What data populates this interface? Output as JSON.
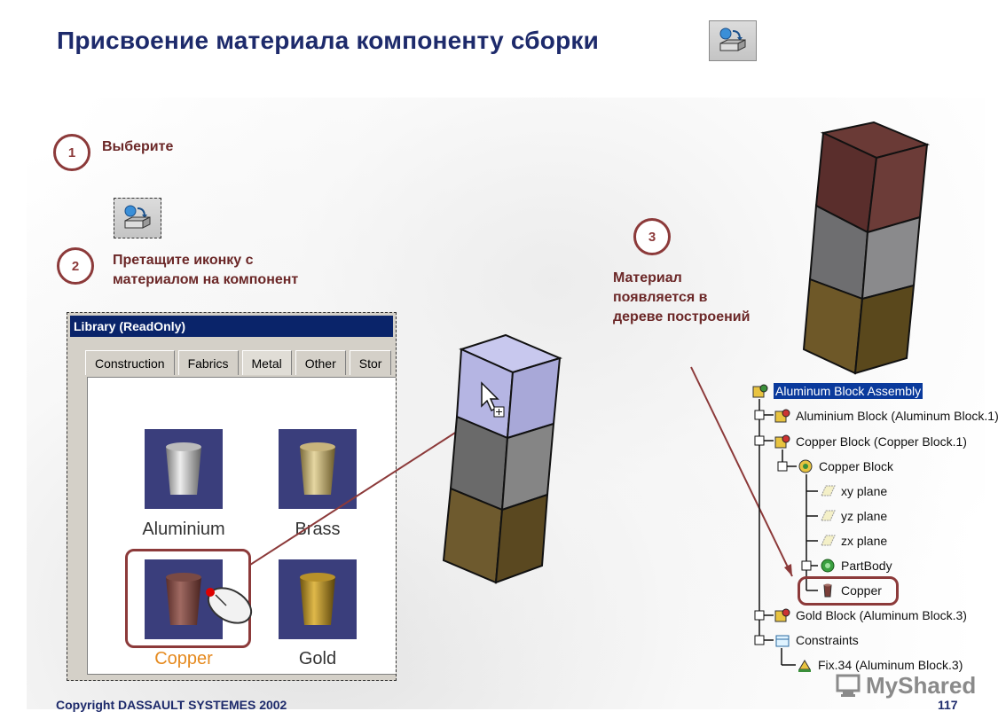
{
  "slide": {
    "title": "Присвоение материала компоненту сборки",
    "footer_copyright": "Copyright DASSAULT SYSTEMES 2002",
    "page_number": "117",
    "watermark": "MyShared"
  },
  "steps": [
    {
      "number": "1",
      "text": "Выберите"
    },
    {
      "number": "2",
      "text_line1": "Претащите иконку с",
      "text_line2": "материалом на компонент"
    },
    {
      "number": "3",
      "text_line1": "Материал",
      "text_line2": "появляется в",
      "text_line3": "дереве построений"
    }
  ],
  "library_window": {
    "title": "Library (ReadOnly)",
    "tabs": [
      "Construction",
      "Fabrics",
      "Metal",
      "Other",
      "Stor"
    ],
    "active_tab": "Metal",
    "materials": [
      "Aluminium",
      "Brass",
      "Copper",
      "Gold"
    ],
    "selected_material": "Copper"
  },
  "tree": {
    "items": [
      "Aluminum Block Assembly",
      "Aluminium Block (Aluminum Block.1)",
      "Copper Block (Copper Block.1)",
      "Copper Block",
      "xy plane",
      "yz plane",
      "zx plane",
      "PartBody",
      "Copper",
      "Gold Block (Aluminum Block.3)",
      "Constraints",
      "Fix.34 (Aluminum Block.3)"
    ]
  },
  "colors": {
    "title": "#1d2a6b",
    "accent": "#8c3a3a",
    "copper_label": "#e58a1f"
  },
  "icons": [
    "apply-material-icon",
    "mouse-icon",
    "cursor-icon",
    "product-icon",
    "part-icon",
    "plane-icon",
    "partbody-icon",
    "material-icon",
    "constraints-icon",
    "fix-icon"
  ]
}
